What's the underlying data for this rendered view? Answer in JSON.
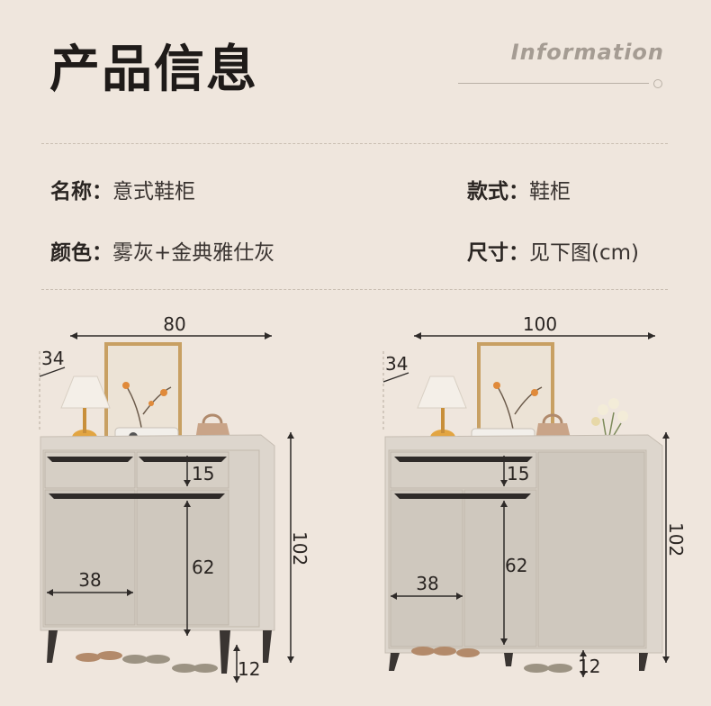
{
  "header": {
    "title": "产品信息",
    "subtitle_en": "Information"
  },
  "info": {
    "name_label": "名称：",
    "name_value": "意式鞋柜",
    "style_label": "款式：",
    "style_value": "鞋柜",
    "color_label": "颜色：",
    "color_value": "雾灰+金典雅仕灰",
    "size_label": "尺寸：",
    "size_value": "见下图(cm)"
  },
  "left_cabinet": {
    "width": "80",
    "depth": "34",
    "drawer": "15",
    "door": "62",
    "door_width": "38",
    "height": "102",
    "legs": "12"
  },
  "right_cabinet": {
    "width": "100",
    "depth": "34",
    "drawer": "15",
    "door": "62",
    "door_width": "38",
    "height": "102",
    "legs": "12"
  },
  "colors": {
    "background": "#efe6dd",
    "cabinet": "#d8d1c8",
    "handle": "#2e2a28"
  }
}
